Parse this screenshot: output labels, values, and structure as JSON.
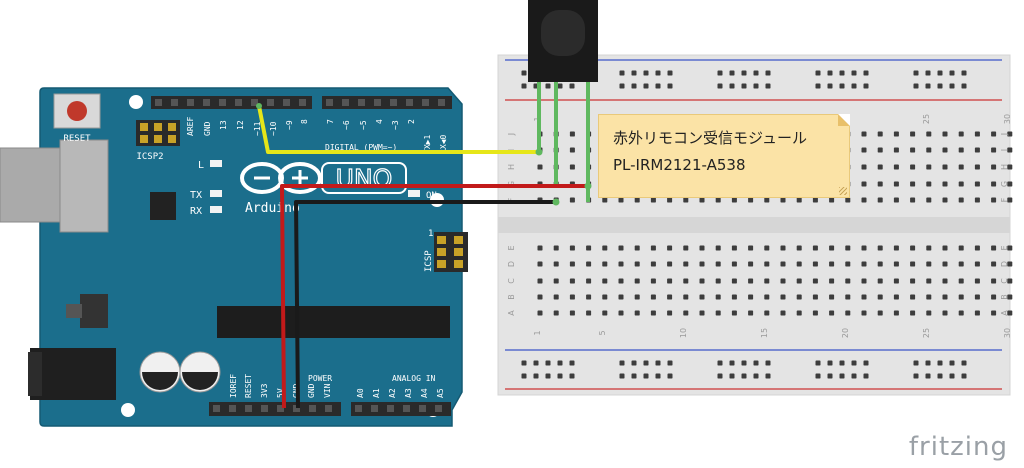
{
  "arduino": {
    "reset_label": "RESET",
    "icsp2_label": "ICSP2",
    "icsp_label": "ICSP",
    "aref": "AREF",
    "gnd": "GND",
    "pin13": "13",
    "pin12": "12",
    "pin11": "~11",
    "pin10": "~10",
    "pin9": "~9",
    "pin8": "8",
    "pin7": "7",
    "pin6": "~6",
    "pin5": "~5",
    "pin4": "4",
    "pin3": "~3",
    "pin2": "2",
    "pin1": "TX▶1",
    "pin0": "RX◀0",
    "digital_label": "DIGITAL (PWM=~)",
    "l_label": "L",
    "tx_label": "TX",
    "rx_label": "RX",
    "on_label": "ON",
    "uno_label": "UNO",
    "brand_label": "Arduino",
    "icsp_pin1": "1",
    "ioref": "IOREF",
    "reset2": "RESET",
    "v33": "3V3",
    "v5": "5V",
    "gnd_a": "GND",
    "gnd_b": "GND",
    "vin": "VIN",
    "power_label": "POWER",
    "analog_label": "ANALOG IN",
    "a0": "A0",
    "a1": "A1",
    "a2": "A2",
    "a3": "A3",
    "a4": "A4",
    "a5": "A5"
  },
  "breadboard": {
    "rows_top": [
      "J",
      "I",
      "H",
      "G",
      "F"
    ],
    "rows_bottom": [
      "E",
      "D",
      "C",
      "B",
      "A"
    ],
    "col_numbers": [
      "1",
      "5",
      "10",
      "15",
      "20",
      "25",
      "30"
    ]
  },
  "note": {
    "line1": "赤外リモコン受信モジュール",
    "line2": "PL-IRM2121-A538"
  },
  "brand": {
    "text": "fritzing"
  },
  "colors": {
    "board": "#1b6e8c",
    "board_dark": "#145a73",
    "breadboard": "#e6e6e6",
    "wire_yellow": "#e6e619",
    "wire_red": "#c21a1a",
    "wire_black": "#1a1a1a",
    "leg_green": "#5fb85f",
    "rail_red": "#cc3333",
    "rail_blue": "#3a55c8"
  }
}
